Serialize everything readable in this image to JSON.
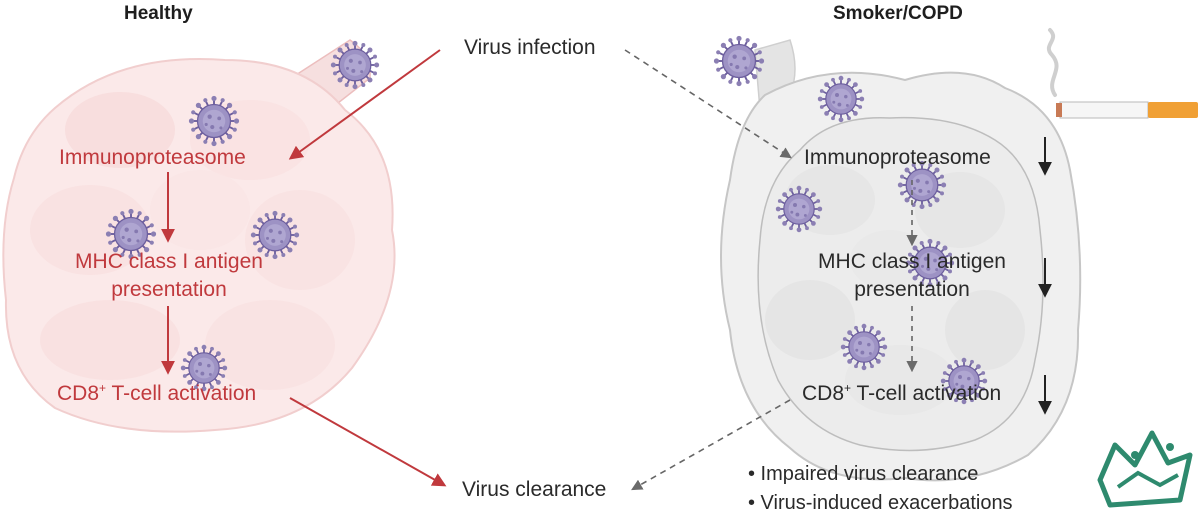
{
  "healthy": {
    "title": "Healthy",
    "steps": {
      "immunoproteasome": "Immunoproteasome",
      "mhc_line1": "MHC class I antigen",
      "mhc_line2": "presentation",
      "cd8_prefix": "CD8",
      "cd8_sup": "+",
      "cd8_suffix": " T-cell activation"
    }
  },
  "center": {
    "virus_infection": "Virus infection",
    "virus_clearance": "Virus clearance"
  },
  "smoker": {
    "title": "Smoker/COPD",
    "steps": {
      "immunoproteasome": "Immunoproteasome",
      "mhc_line1": "MHC class I antigen",
      "mhc_line2": "presentation",
      "cd8_prefix": "CD8",
      "cd8_sup": "+",
      "cd8_suffix": " T-cell activation"
    },
    "outcomes": [
      "• Impaired virus clearance",
      "• Virus-induced exacerbations"
    ]
  },
  "colors": {
    "healthy_accent": "#c0393d",
    "copd_text": "#2a2a2a",
    "virus_purple": "#8b7fb3",
    "dashed_gray": "#666666"
  },
  "icons": [
    "virus-icon",
    "cigarette-icon",
    "smoke-icon",
    "down-arrow-icon",
    "watermark-logo"
  ]
}
